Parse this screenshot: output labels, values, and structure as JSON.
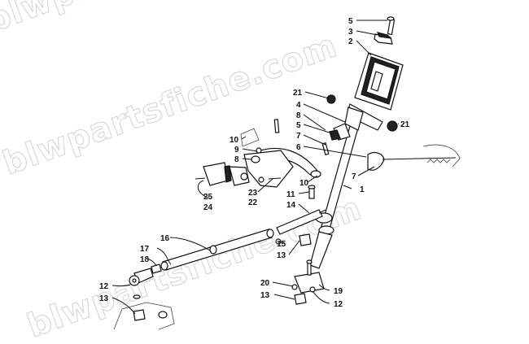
{
  "watermark": {
    "text": "blwpartsfiche.com"
  },
  "callouts": [
    {
      "id": "c5-top",
      "label": "5"
    },
    {
      "id": "c3",
      "label": "3"
    },
    {
      "id": "c2",
      "label": "2"
    },
    {
      "id": "c21-left",
      "label": "21"
    },
    {
      "id": "c4",
      "label": "4"
    },
    {
      "id": "c8-mid",
      "label": "8"
    },
    {
      "id": "c5-mid",
      "label": "5"
    },
    {
      "id": "c7-mid",
      "label": "7"
    },
    {
      "id": "c6",
      "label": "6"
    },
    {
      "id": "c21-right",
      "label": "21"
    },
    {
      "id": "c10-top",
      "label": "10"
    },
    {
      "id": "c9",
      "label": "9"
    },
    {
      "id": "c8-left",
      "label": "8"
    },
    {
      "id": "c7-right",
      "label": "7"
    },
    {
      "id": "c1",
      "label": "1"
    },
    {
      "id": "c10-low",
      "label": "10"
    },
    {
      "id": "c23",
      "label": "23"
    },
    {
      "id": "c22",
      "label": "22"
    },
    {
      "id": "c25",
      "label": "25"
    },
    {
      "id": "c24",
      "label": "24"
    },
    {
      "id": "c11",
      "label": "11"
    },
    {
      "id": "c14",
      "label": "14"
    },
    {
      "id": "c16",
      "label": "16"
    },
    {
      "id": "c17",
      "label": "17"
    },
    {
      "id": "c18",
      "label": "18"
    },
    {
      "id": "c15",
      "label": "15"
    },
    {
      "id": "c13-mid",
      "label": "13"
    },
    {
      "id": "c12-left",
      "label": "12"
    },
    {
      "id": "c13-left",
      "label": "13"
    },
    {
      "id": "c20",
      "label": "20"
    },
    {
      "id": "c19",
      "label": "19"
    },
    {
      "id": "c13-low",
      "label": "13"
    },
    {
      "id": "c12-low",
      "label": "12"
    }
  ]
}
